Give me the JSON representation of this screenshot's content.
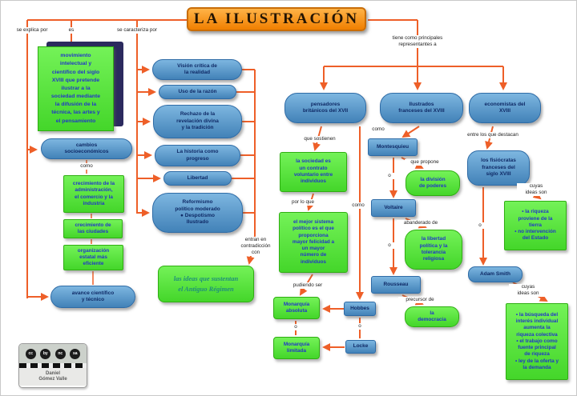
{
  "title": "LA ILUSTRACIÓN",
  "links": {
    "explica": "se explica por",
    "es": "es",
    "caracteriza": "se caracteriza por",
    "representantes": "tiene como principales\nrepresentantes a",
    "como_left": "como",
    "sostienen": "que sostienen",
    "por_lo_que": "por lo que",
    "pudiendo_ser": "pudiendo ser",
    "como_brit": "como",
    "como_fr": "como",
    "que_propone": "que propone",
    "abanderado": "abanderado de",
    "precursor": "precursor de",
    "destacan": "entre los que destacan",
    "cuyas1": "cuyas\nideas son",
    "cuyas2": "cuyas\nideas son",
    "contradiccion": "entran en\ncontradicción\ncon",
    "o": "o"
  },
  "definition": "movimiento\nintelectual y\ncientífico del siglo\nXVIII que pretende\nilustrar a la\nsociedad mediante\nla difusión de la\ntécnica, las artes y\nel pensamiento",
  "left": {
    "socio": "cambios\nsocioeconómicos",
    "items": [
      "crecimiento de la\nadministración,\nel comercio y la\nindustria",
      "crecimiento de\nlas ciudades",
      "organización\nestatal más\neficiente"
    ],
    "ciencia": "avance científico\ny técnico"
  },
  "caracteristicas": [
    "Visión crítica de\nla realidad",
    "Uso de la razón",
    "Rechazo de la\nrevelación divina\ny la tradición",
    "La historia como\nprogreso",
    "Libertad",
    "Reformismo\npolítico moderado\n● Despotismo\nIlustrado"
  ],
  "antiguo_regimen": "las ideas que sustentan\nel Antiguo Régimen",
  "grupos": {
    "britanicos": {
      "label": "pensadores\nbritánicos del XVII",
      "idea1": "la sociedad es\nun contrato\nvoluntario entre\nindividuos",
      "idea2": "el mejor sistema\npolítico es el que\nproporciona\nmayor felicidad a\nun mayor\nnúmero de\nindividuos",
      "opcion1": "Monarquía\nabsoluta",
      "opcion2": "Monarquía\nlimitada",
      "autor1": "Hobbes",
      "autor2": "Locke"
    },
    "franceses": {
      "label": "Ilustrados\nfranceses del XVIII",
      "autores": [
        {
          "nombre": "Montesquieu",
          "idea": "la división\nde poderes"
        },
        {
          "nombre": "Voltaire",
          "idea": "la libertad\npolítica y la\ntolerancia\nreligiosa"
        },
        {
          "nombre": "Rousseau",
          "idea": "la\ndemocracia"
        }
      ]
    },
    "economistas": {
      "label": "economistas del\nXVIII",
      "fisiocratas": "los fisiócratas\nfranceses del\nsiglo XVIII",
      "ideas_fisiocratas": "• la riqueza\nproviene de la\ntierra\n• no intervención\ndel Estado",
      "adam": "Adam Smith",
      "ideas_adam": "• la búsqueda del\ninterés individual\naumenta la\nriqueza colectiva\n• el trabajo como\nfuente principal\nde riqueza\n• ley de la oferta y\nla demanda"
    }
  },
  "licencia": {
    "autor": "Daniel\nGómez Valle",
    "icons": [
      "cc",
      "by",
      "nc",
      "sa"
    ]
  }
}
